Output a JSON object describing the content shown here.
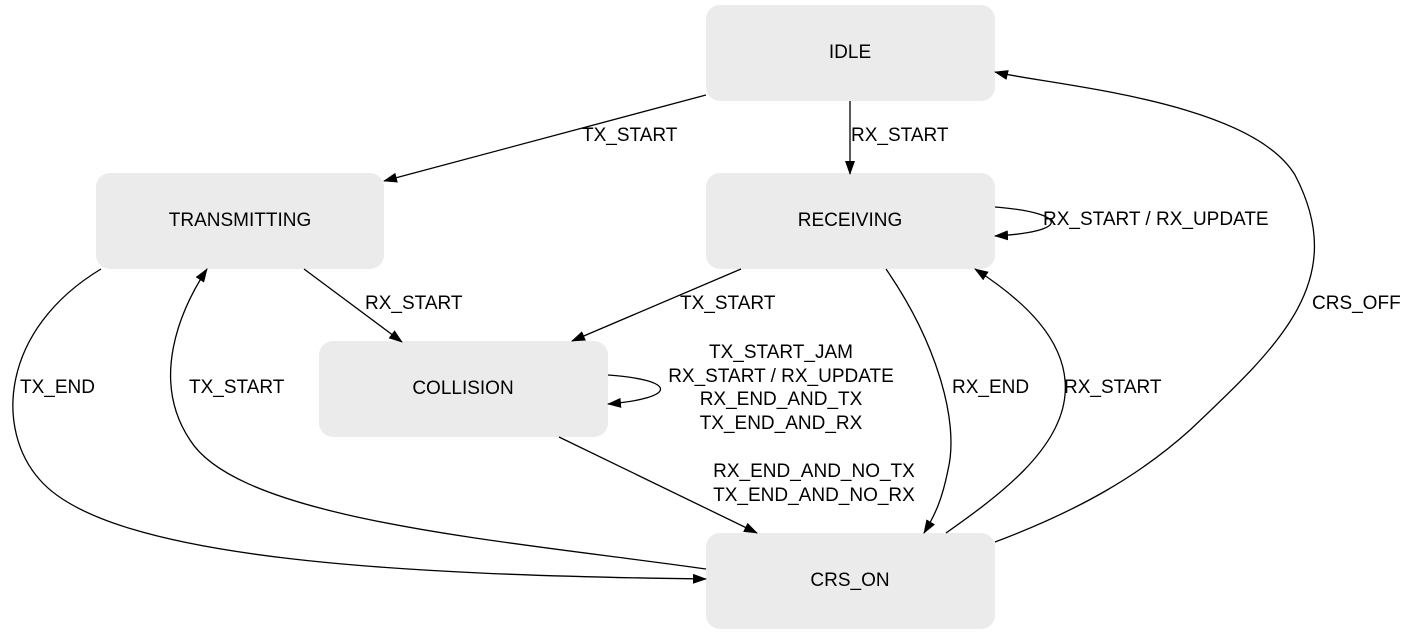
{
  "diagram": {
    "type": "state-machine",
    "states": {
      "idle": "IDLE",
      "transmitting": "TRANSMITTING",
      "receiving": "RECEIVING",
      "collision": "COLLISION",
      "crs_on": "CRS_ON"
    },
    "transitions": [
      {
        "from": "IDLE",
        "to": "TRANSMITTING",
        "label": "TX_START"
      },
      {
        "from": "IDLE",
        "to": "RECEIVING",
        "label": "RX_START"
      },
      {
        "from": "RECEIVING",
        "to": "RECEIVING",
        "label": "RX_START / RX_UPDATE"
      },
      {
        "from": "TRANSMITTING",
        "to": "COLLISION",
        "label": "RX_START"
      },
      {
        "from": "RECEIVING",
        "to": "COLLISION",
        "label": "TX_START"
      },
      {
        "from": "COLLISION",
        "to": "COLLISION",
        "lines": [
          "TX_START_JAM",
          "RX_START / RX_UPDATE",
          "RX_END_AND_TX",
          "TX_END_AND_RX"
        ]
      },
      {
        "from": "COLLISION",
        "to": "CRS_ON",
        "lines": [
          "RX_END_AND_NO_TX",
          "TX_END_AND_NO_RX"
        ]
      },
      {
        "from": "TRANSMITTING",
        "to": "CRS_ON",
        "label": "TX_END"
      },
      {
        "from": "CRS_ON",
        "to": "TRANSMITTING",
        "label": "TX_START"
      },
      {
        "from": "RECEIVING",
        "to": "CRS_ON",
        "label": "RX_END"
      },
      {
        "from": "CRS_ON",
        "to": "RECEIVING",
        "label": "RX_START"
      },
      {
        "from": "CRS_ON",
        "to": "IDLE",
        "label": "CRS_OFF"
      }
    ]
  }
}
